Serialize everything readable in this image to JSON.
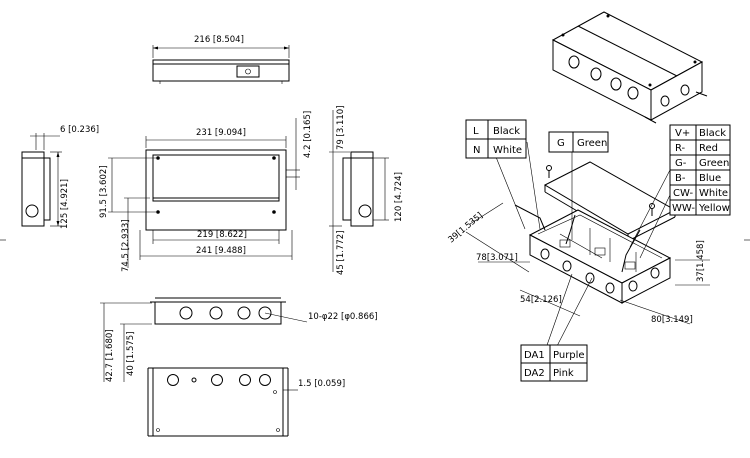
{
  "dimensions": {
    "top_width": "216 [8.504]",
    "flange_6": "6 [0.236]",
    "side_height_125": "125 [4.921]",
    "inner_width_231": "231 [9.094]",
    "span_91_5": "91.5 [3.602]",
    "span_74_5": "74.5 [2.933]",
    "width_219": "219 [8.622]",
    "width_241": "241 [9.488]",
    "gap_4_2": "4.2 [0.165]",
    "height_79": "79 [3.110]",
    "height_45": "45 [1.772]",
    "height_120": "120 [4.724]",
    "hole_dia": "10-φ22 [φ0.866]",
    "h_42_7": "42.7 [1.680]",
    "h_40": "40 [1.575]",
    "thickness_1_5": "1.5 [0.059]",
    "iso_39": "39[1.535]",
    "iso_78": "78[3.071]",
    "iso_54": "54[2.126]",
    "iso_80": "80[3.149]",
    "iso_37": "37[1.458]"
  },
  "wiring": {
    "line_table": [
      {
        "terminal": "L",
        "color": "Black"
      },
      {
        "terminal": "N",
        "color": "White"
      }
    ],
    "ground": {
      "terminal": "G",
      "color": "Green"
    },
    "output_table": [
      {
        "terminal": "V+",
        "color": "Black"
      },
      {
        "terminal": "R-",
        "color": "Red"
      },
      {
        "terminal": "G-",
        "color": "Green"
      },
      {
        "terminal": "B-",
        "color": "Blue"
      },
      {
        "terminal": "CW-",
        "color": "White"
      },
      {
        "terminal": "WW-",
        "color": "Yellow"
      }
    ],
    "dali_table": [
      {
        "terminal": "DA1",
        "color": "Purple"
      },
      {
        "terminal": "DA2",
        "color": "Pink"
      }
    ]
  }
}
